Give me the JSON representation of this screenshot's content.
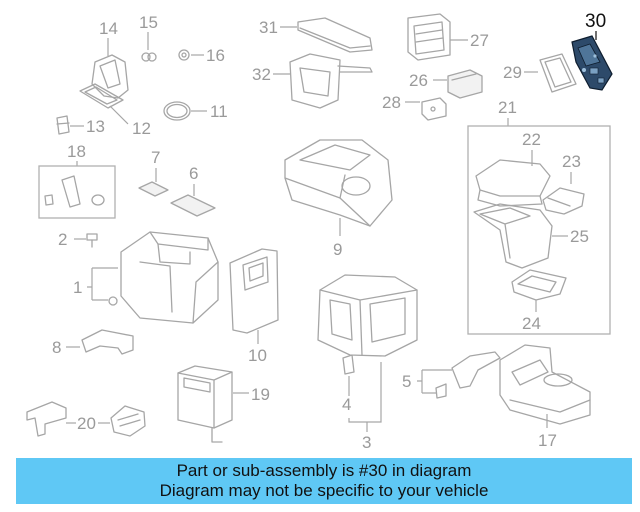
{
  "colors": {
    "banner_bg": "#5fc8f5",
    "highlight_part": "#2d4a6a",
    "line_gray": "#a6a6a6"
  },
  "callouts": {
    "c1": "1",
    "c2": "2",
    "c3": "3",
    "c4": "4",
    "c5": "5",
    "c6": "6",
    "c7": "7",
    "c8": "8",
    "c9": "9",
    "c10": "10",
    "c11": "11",
    "c12": "12",
    "c13": "13",
    "c14": "14",
    "c15": "15",
    "c16": "16",
    "c17": "17",
    "c18": "18",
    "c19": "19",
    "c20": "20",
    "c21": "21",
    "c22": "22",
    "c23": "23",
    "c24": "24",
    "c25": "25",
    "c26": "26",
    "c27": "27",
    "c28": "28",
    "c29": "29",
    "c30": "30",
    "c31": "31",
    "c32": "32"
  },
  "banner": {
    "line1": "Part or sub-assembly is #30 in diagram",
    "line2": "Diagram may not be specific to your vehicle"
  }
}
